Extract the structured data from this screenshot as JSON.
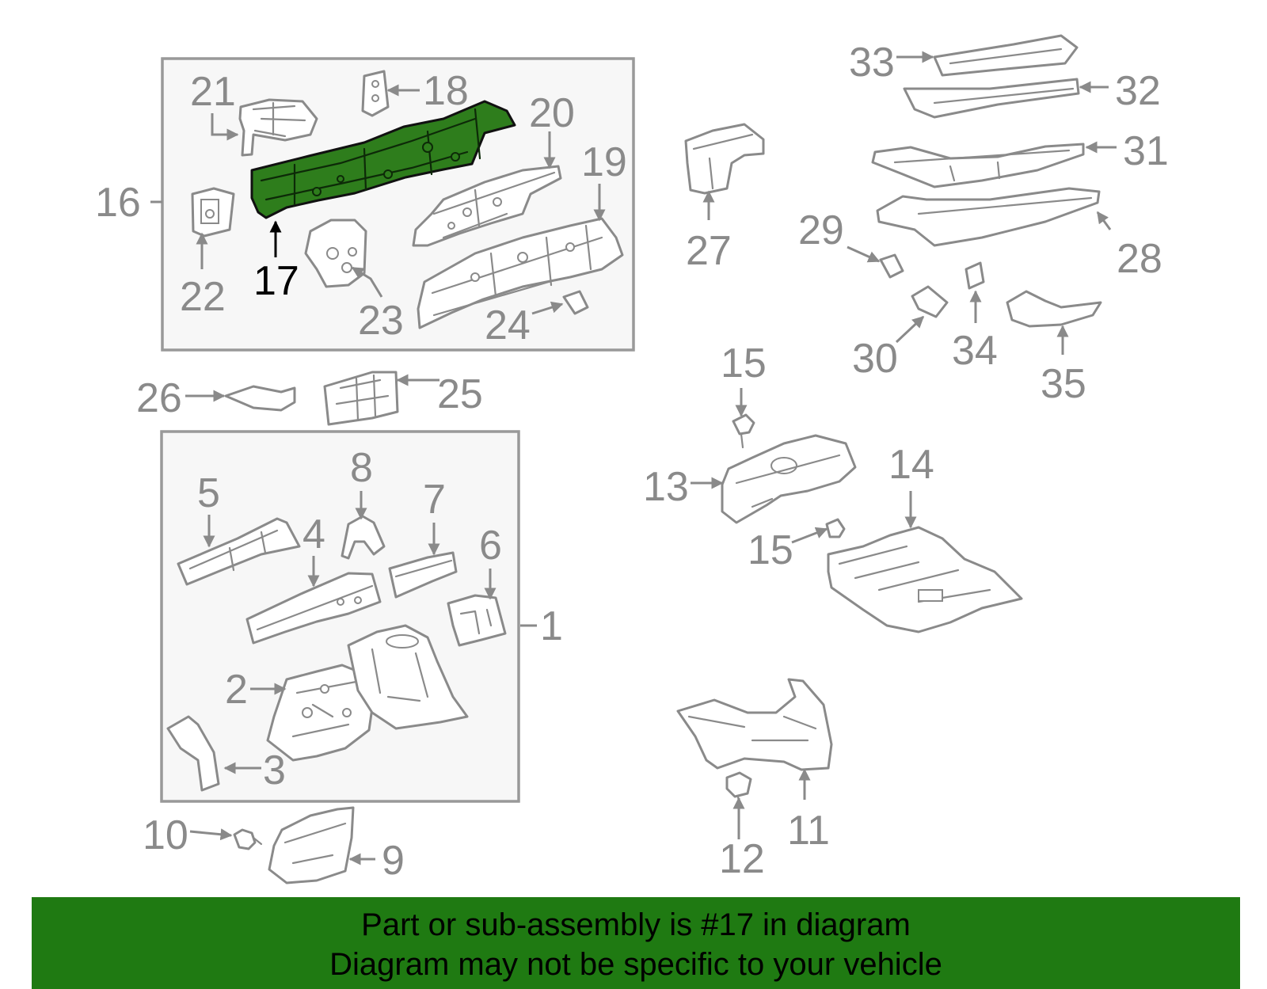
{
  "diagram": {
    "highlight_part": "17",
    "highlight_color": "#2e7d1c",
    "line_color": "#8a8a8a",
    "labels": {
      "l1": "1",
      "l2": "2",
      "l3": "3",
      "l4": "4",
      "l5": "5",
      "l6": "6",
      "l7": "7",
      "l8": "8",
      "l9": "9",
      "l10": "10",
      "l11": "11",
      "l12": "12",
      "l13": "13",
      "l14": "14",
      "l15a": "15",
      "l15b": "15",
      "l16": "16",
      "l17": "17",
      "l18": "18",
      "l19": "19",
      "l20": "20",
      "l21": "21",
      "l22": "22",
      "l23": "23",
      "l24": "24",
      "l25": "25",
      "l26": "26",
      "l27": "27",
      "l28": "28",
      "l29": "29",
      "l30": "30",
      "l31": "31",
      "l32": "32",
      "l33": "33",
      "l34": "34",
      "l35": "35"
    }
  },
  "footer": {
    "background": "#1f7a12",
    "line1": "Part or sub-assembly is #17 in diagram",
    "line2": "Diagram may not be specific to your vehicle"
  }
}
